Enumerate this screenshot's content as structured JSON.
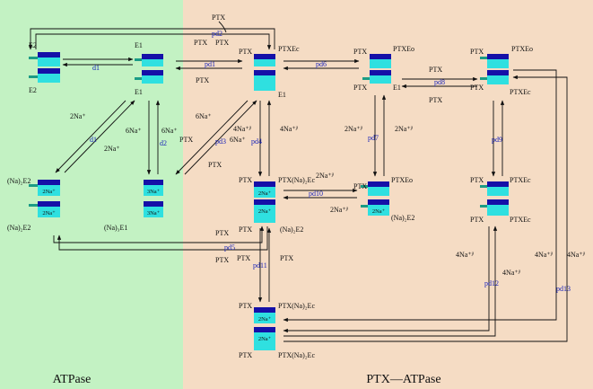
{
  "regions": {
    "left_label": "ATPase",
    "right_label": "PTX—ATPase",
    "left_color": "#c3f2c3",
    "right_color": "#f5dcc4"
  },
  "colors": {
    "dark_blue": "#1510a8",
    "cyan": "#2fe0e0",
    "teal": "#1b9c86",
    "rate_label": "#1a24b8"
  },
  "rates": {
    "d1": "d1",
    "d2": "d2",
    "d3": "d3",
    "pd1": "pd1",
    "pd2": "pd2",
    "pd3": "pd3",
    "pd4": "pd4",
    "pd5": "pd5",
    "pd6": "pd6",
    "pd7": "pd7",
    "pd8": "pd8",
    "pd9": "pd9",
    "pd10": "pd10",
    "pd11": "pd11",
    "pd12": "pd12",
    "pd13": "pd13"
  },
  "states": {
    "e2_top": "E2",
    "e2_bottom": "E2",
    "e1_top": "E1",
    "e1_bottom": "E1",
    "na2e2_top": "(Na)₂E2",
    "na2e2_bottom": "(Na)₂E2",
    "na3e1": "(Na)₃E1",
    "ptxec": "PTXEc",
    "ptxec_e1": "E1",
    "ptxeo": "PTXEo",
    "ptxeo_e1": "E1",
    "ptxeo_right": "PTXEo",
    "ptxec_right": "PTXEc",
    "ptx_na2_ec": "PTX(Na)₂Ec",
    "na2e2_mid": "(Na)₂E2",
    "ptxeo_mid": "PTXEo",
    "na2e2_right": "(Na)₂E2",
    "ptxec_far_top": "PTXEc",
    "ptxec_far_bottom": "PTXEc",
    "ptx_na2_ec_bottom_top": "PTX(Na)₂Ec",
    "ptx_na2_ec_bottom_bottom": "PTX(Na)₂Ec"
  },
  "box_labels": {
    "two_na": "2Na⁺",
    "three_na": "3Na⁺"
  },
  "species": {
    "ptx": "PTX",
    "two_na": "2Na⁺",
    "six_na": "6Na⁺",
    "four_na_ei": "4Na⁺ʲⁱ",
    "two_na_ei": "2Na⁺ʲⁱ"
  }
}
